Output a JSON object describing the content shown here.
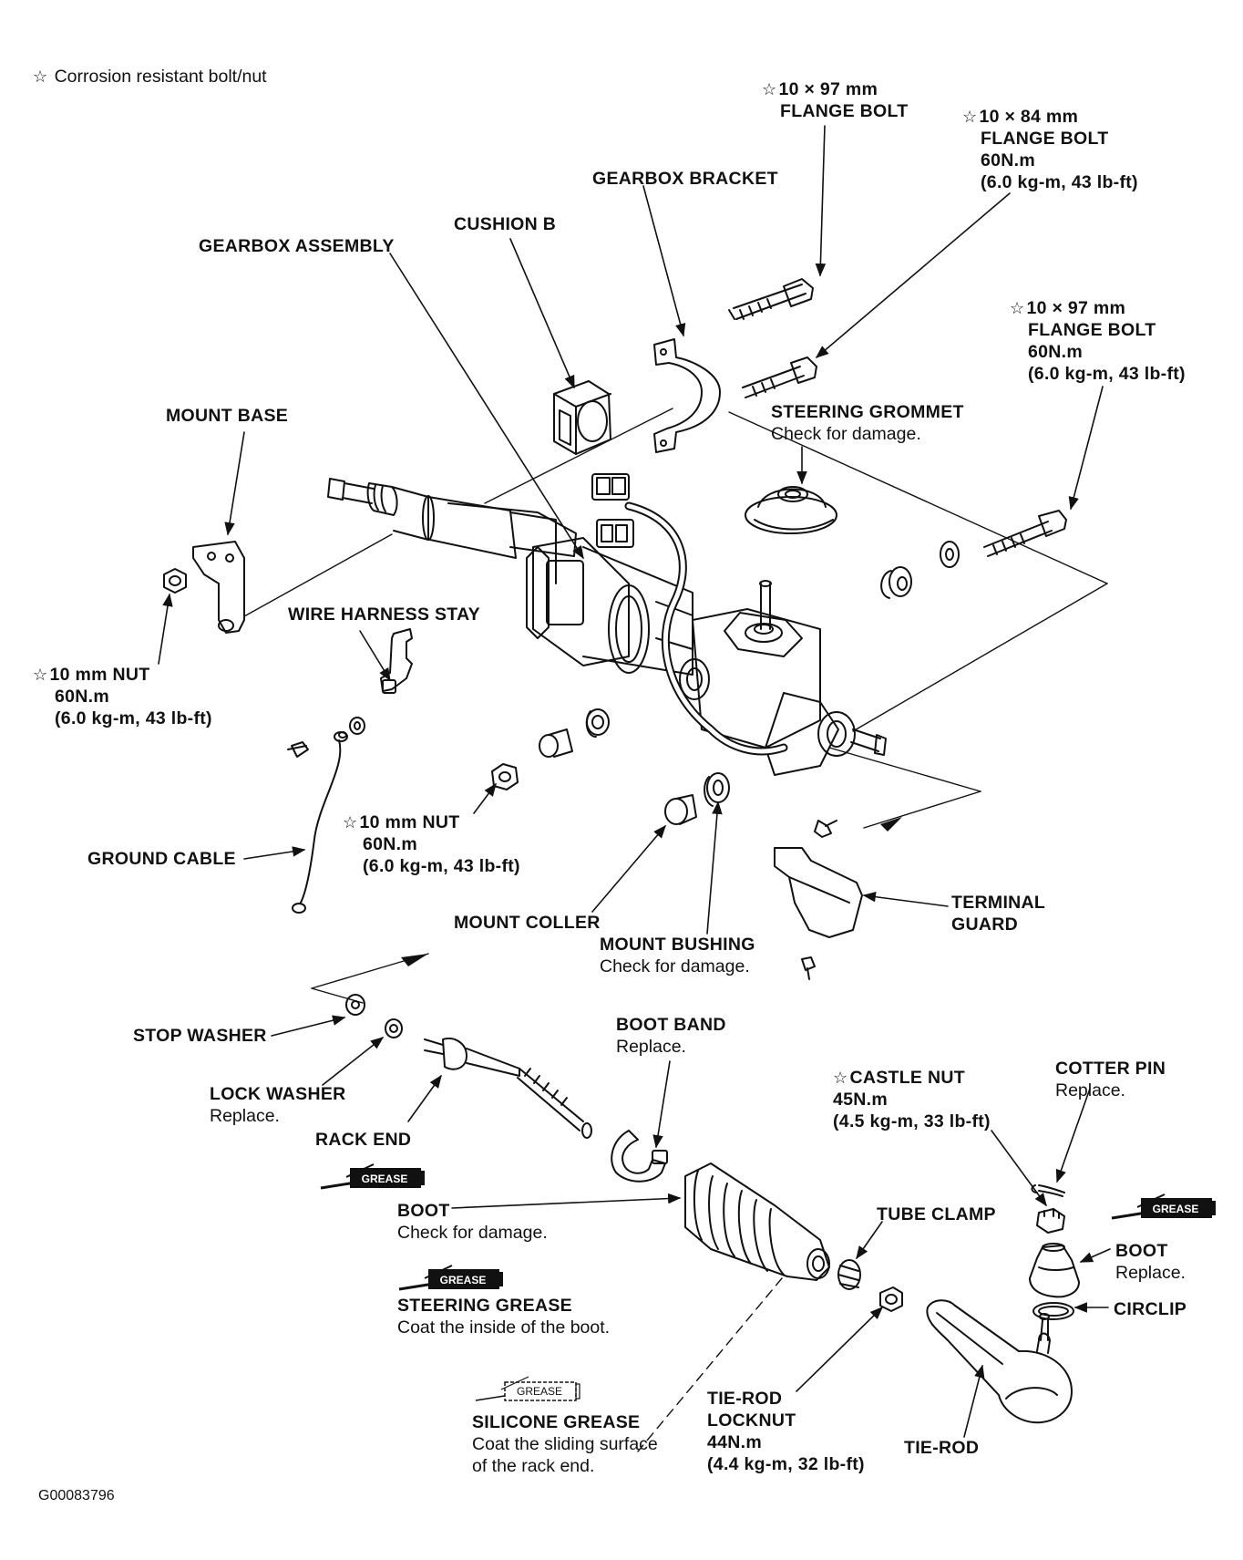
{
  "legend": {
    "symbol": "☆",
    "text": "Corrosion resistant bolt/nut"
  },
  "figure_code": "G00083796",
  "grease_icon_text": "GREASE",
  "labels": {
    "bolt_top": {
      "star": "☆",
      "lines": [
        "10 × 97 mm",
        "FLANGE BOLT"
      ]
    },
    "bolt_84": {
      "star": "☆",
      "lines": [
        "10 × 84 mm",
        "FLANGE BOLT",
        "60N.m"
      ],
      "note": "(6.0 kg-m, 43 lb-ft)"
    },
    "gearbox_bracket": {
      "lines": [
        "GEARBOX BRACKET"
      ]
    },
    "cushion_b": {
      "lines": [
        "CUSHION B"
      ]
    },
    "gearbox_assembly": {
      "lines": [
        "GEARBOX ASSEMBLY"
      ]
    },
    "bolt_right": {
      "star": "☆",
      "lines": [
        "10 × 97 mm",
        "FLANGE BOLT",
        "60N.m"
      ],
      "note": "(6.0 kg-m, 43 lb-ft)"
    },
    "mount_base": {
      "lines": [
        "MOUNT BASE"
      ]
    },
    "steering_grommet": {
      "lines": [
        "STEERING GROMMET"
      ],
      "note": "Check for damage."
    },
    "wire_harness_stay": {
      "lines": [
        "WIRE HARNESS STAY"
      ]
    },
    "nut_left": {
      "star": "☆",
      "lines": [
        "10 mm NUT",
        "60N.m"
      ],
      "note": "(6.0 kg-m, 43 lb-ft)"
    },
    "nut_center": {
      "star": "☆",
      "lines": [
        "10 mm NUT",
        "60N.m"
      ],
      "note": "(6.0 kg-m, 43 lb-ft)"
    },
    "ground_cable": {
      "lines": [
        "GROUND CABLE"
      ]
    },
    "mount_coller": {
      "lines": [
        "MOUNT COLLER"
      ]
    },
    "mount_bushing": {
      "lines": [
        "MOUNT BUSHING"
      ],
      "note": "Check for damage."
    },
    "terminal_guard": {
      "lines": [
        "TERMINAL",
        "GUARD"
      ]
    },
    "stop_washer": {
      "lines": [
        "STOP WASHER"
      ]
    },
    "boot_band": {
      "lines": [
        "BOOT BAND"
      ],
      "note": "Replace."
    },
    "lock_washer": {
      "lines": [
        "LOCK WASHER"
      ],
      "note": "Replace."
    },
    "castle_nut": {
      "star": "☆",
      "lines": [
        "CASTLE NUT",
        "45N.m"
      ],
      "note": "(4.5 kg-m, 33 lb-ft)"
    },
    "cotter_pin": {
      "lines": [
        "COTTER PIN"
      ],
      "note": "Replace."
    },
    "rack_end": {
      "lines": [
        "RACK END"
      ]
    },
    "boot": {
      "lines": [
        "BOOT"
      ],
      "note": "Check for damage."
    },
    "tube_clamp": {
      "lines": [
        "TUBE CLAMP"
      ]
    },
    "boot_right": {
      "lines": [
        "BOOT"
      ],
      "note": "Replace."
    },
    "circlip": {
      "lines": [
        "CIRCLIP"
      ]
    },
    "steering_grease": {
      "lines": [
        "STEERING GREASE"
      ],
      "note": "Coat the inside of the boot."
    },
    "silicone_grease": {
      "lines": [
        "SILICONE GREASE"
      ],
      "notes": [
        "Coat the sliding surface",
        "of the rack end."
      ]
    },
    "tierod_locknut": {
      "lines": [
        "TIE-ROD",
        "LOCKNUT",
        "44N.m"
      ],
      "note": "(4.4 kg-m, 32 lb-ft)"
    },
    "tierod": {
      "lines": [
        "TIE-ROD"
      ]
    }
  }
}
